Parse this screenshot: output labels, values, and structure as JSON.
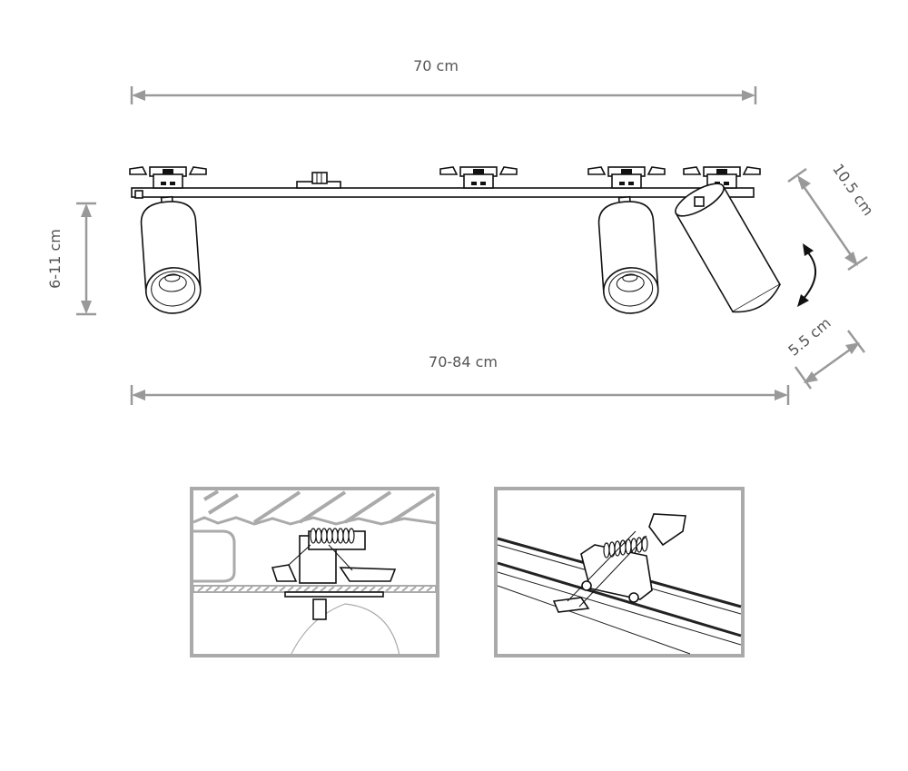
{
  "dimensions": {
    "track_length": "70 cm",
    "height_range": "6-11 cm",
    "total_length_range": "70-84 cm",
    "spot_length": "10.5 cm",
    "spot_diameter": "5.5 cm"
  },
  "colors": {
    "dimension_lines": "#999999",
    "drawing": "#111111",
    "detail_frames": "#aaaaaa"
  }
}
